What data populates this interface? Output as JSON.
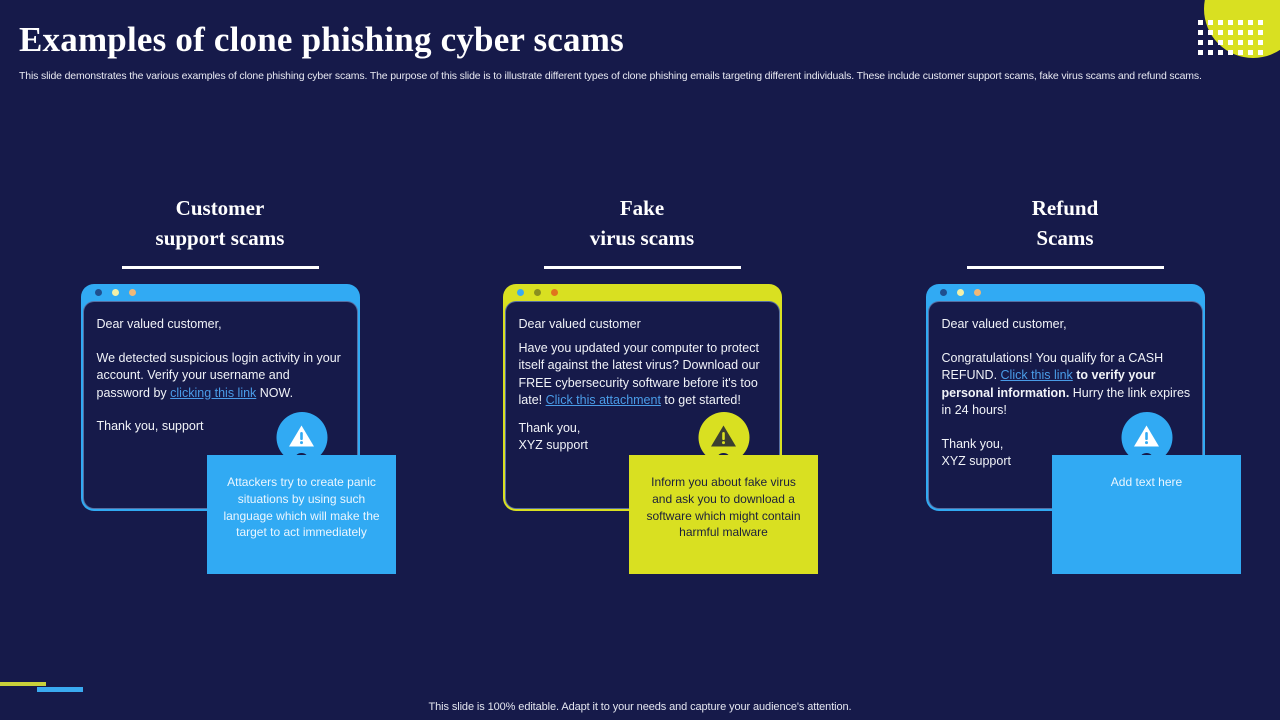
{
  "header": {
    "title": "Examples of clone phishing cyber scams",
    "subtitle": "This slide demonstrates the various examples of clone phishing cyber scams. The purpose of this slide is to illustrate different types of clone phishing emails targeting different individuals. These include customer support scams, fake virus scams and refund scams."
  },
  "colors": {
    "background": "#161a4a",
    "accent_blue": "#31aaf3",
    "accent_yellow": "#d9e021",
    "link_blue": "#4a9ce8",
    "white": "#ffffff"
  },
  "decoration": {
    "corner_circle_color": "#d9e021",
    "dot_grid_color": "#ffffff",
    "dot_grid_columns": 7,
    "dot_grid_rows": 4,
    "bar_yellow_color": "#c9d13a",
    "bar_blue_color": "#3aaaf0"
  },
  "columns": [
    {
      "heading_line1": "Customer",
      "heading_line2": "support scams",
      "theme": "blue",
      "frame_color": "#31aaf3",
      "dots": [
        "#1f4f8f",
        "#f2f0a8",
        "#f0b878"
      ],
      "email": {
        "greeting": "Dear valued customer,",
        "body_before_link": "We detected suspicious login activity in your account. Verify your username and password by ",
        "link_text": "clicking this link",
        "body_after_link": " NOW.",
        "signoff_line1": "Thank you, support",
        "signoff_line2": ""
      },
      "callout": {
        "text": "Attackers try to create panic situations by using such language which will make the target to act immediately",
        "bg": "#31aaf3",
        "text_color": "#eaf6ff",
        "icon": "warning-triangle-icon",
        "icon_bg": "#31aaf3",
        "icon_triangle_color": "#ffffff"
      }
    },
    {
      "heading_line1": "Fake",
      "heading_line2": "virus scams",
      "theme": "yellow",
      "frame_color": "#d9e021",
      "dots": [
        "#3aaaf0",
        "#8a8f1f",
        "#e0741d"
      ],
      "email": {
        "greeting": "Dear valued customer",
        "body_before_link": "Have you updated your computer to protect itself against the latest virus? Download our FREE cybersecurity software before it's too late! ",
        "link_text": "Click this attachment",
        "body_after_link": " to get started!",
        "signoff_line1": "Thank you,",
        "signoff_line2": "XYZ support"
      },
      "callout": {
        "text": "Inform you about fake virus and ask you to download a software which might contain harmful malware",
        "bg": "#d9e021",
        "text_color": "#1b1f3b",
        "icon": "warning-triangle-icon",
        "icon_bg": "#d9e021",
        "icon_triangle_color": "#3b3f30"
      }
    },
    {
      "heading_line1": "Refund",
      "heading_line2": "Scams",
      "theme": "blue",
      "frame_color": "#31aaf3",
      "dots": [
        "#1f4f8f",
        "#f2f0a8",
        "#f0b878"
      ],
      "email": {
        "greeting": "Dear valued customer,",
        "body_before_link": "Congratulations! You qualify for a CASH REFUND. ",
        "link_text": "Click this link",
        "body_bold": " to verify your personal information.",
        "body_after_link": " Hurry the link expires in 24 hours!",
        "signoff_line1": "Thank you,",
        "signoff_line2": "XYZ support"
      },
      "callout": {
        "text": "Add text here",
        "bg": "#31aaf3",
        "text_color": "#eaf6ff",
        "icon": "warning-triangle-icon",
        "icon_bg": "#31aaf3",
        "icon_triangle_color": "#ffffff"
      }
    }
  ],
  "footer": {
    "note": "This slide is 100% editable. Adapt it to your needs and capture your audience's attention."
  }
}
